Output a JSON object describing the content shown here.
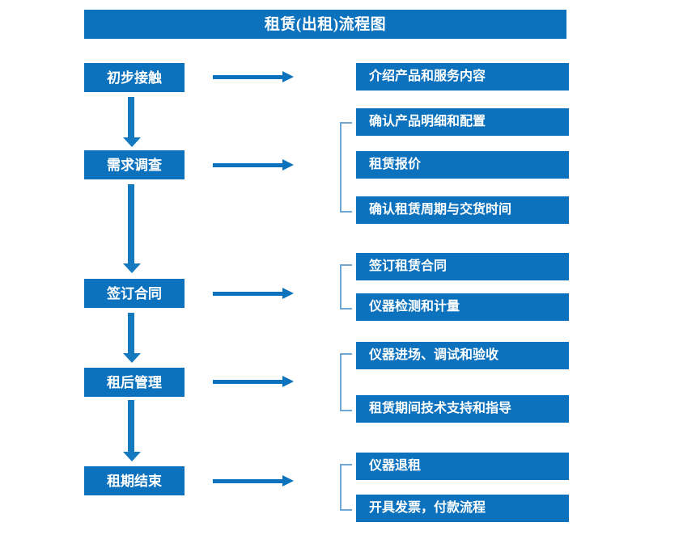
{
  "diagram": {
    "title": "租赁(出租)流程图",
    "accent_color": "#0d72bd",
    "bracket_color": "#6fa8d4",
    "text_color": "#ffffff",
    "background_color": "#ffffff",
    "stages": [
      {
        "label": "初步接触"
      },
      {
        "label": "需求调查"
      },
      {
        "label": "签订合同"
      },
      {
        "label": "租后管理"
      },
      {
        "label": "租期结束"
      }
    ],
    "details": [
      {
        "label": "介绍产品和服务内容"
      },
      {
        "label": "确认产品明细和配置"
      },
      {
        "label": "租赁报价"
      },
      {
        "label": "确认租赁周期与交货时间"
      },
      {
        "label": "签订租赁合同"
      },
      {
        "label": "仪器检测和计量"
      },
      {
        "label": "仪器进场、调试和验收"
      },
      {
        "label": "租赁期间技术支持和指导"
      },
      {
        "label": "仪器退租"
      },
      {
        "label": "开具发票，付款流程"
      }
    ],
    "groups": [
      {
        "stage": "需求调查",
        "details": [
          "确认产品明细和配置",
          "租赁报价",
          "确认租赁周期与交货时间"
        ]
      },
      {
        "stage": "签订合同",
        "details": [
          "签订租赁合同",
          "仪器检测和计量"
        ]
      },
      {
        "stage": "租后管理",
        "details": [
          "仪器进场、调试和验收",
          "租赁期间技术支持和指导"
        ]
      },
      {
        "stage": "租期结束",
        "details": [
          "仪器退租",
          "开具发票，付款流程"
        ]
      }
    ],
    "flow_order": [
      "初步接触",
      "需求调查",
      "签订合同",
      "租后管理",
      "租期结束"
    ]
  }
}
